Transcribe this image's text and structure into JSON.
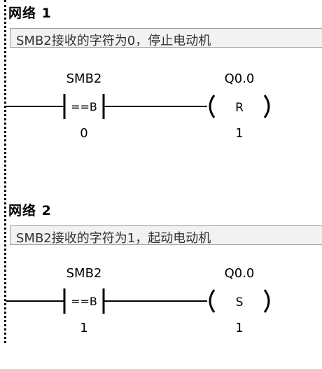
{
  "networks": [
    {
      "title": "网络 1",
      "comment": "SMB2接收的字符为0，停止电动机",
      "contact": {
        "address": "SMB2",
        "operator": "==B",
        "value": "0"
      },
      "coil": {
        "address": "Q0.0",
        "type": "R",
        "value": "1"
      }
    },
    {
      "title": "网络 2",
      "comment": "SMB2接收的字符为1，起动电动机",
      "contact": {
        "address": "SMB2",
        "operator": "==B",
        "value": "1"
      },
      "coil": {
        "address": "Q0.0",
        "type": "S",
        "value": "1"
      }
    }
  ]
}
